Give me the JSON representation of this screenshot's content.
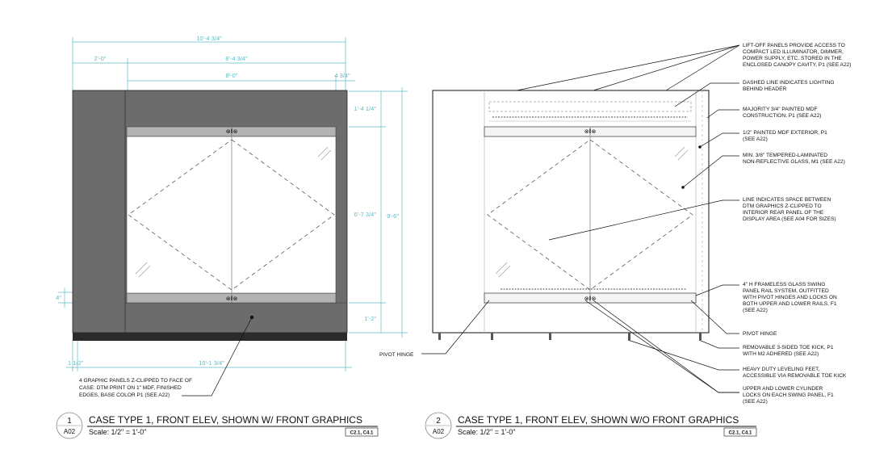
{
  "view1": {
    "dims": {
      "overall_width": "10'-4 3/4\"",
      "left_panel": "2'-0\"",
      "right_width": "8'-4 3/4\"",
      "opening_width": "8'-0\"",
      "right_side": "4 3/4\"",
      "header_height": "1'-4 1/4\"",
      "opening_height": "6'-7 3/4\"",
      "overall_height": "9'-6\"",
      "base_height": "1'-2\"",
      "rail_height": "4\"",
      "bottom_left": "1 1/2\"",
      "bottom_width": "10'-1 3/4\""
    },
    "note": [
      "4 GRAPHIC PANELS Z-CLIPPED TO FACE OF",
      "CASE: DTM PRINT ON 1\" MDF, FINISHED",
      "EDGES, BASE COLOR P1 (SEE A22)"
    ],
    "bubble_num": "1",
    "bubble_sheet": "A02",
    "title": "CASE TYPE 1, FRONT ELEV, SHOWN W/ FRONT GRAPHICS",
    "scale": "Scale: 1/2\" = 1'-0\"",
    "ref": "C2.1, C4.1"
  },
  "view2": {
    "pivot_left": "PIVOT HINGE",
    "notes": [
      [
        "LIFT-OFF PANELS PROVIDE ACCESS TO",
        "COMPACT LED ILLUMINATOR, DIMMER,",
        "POWER SUPPLY, ETC. STORED IN THE",
        "ENCLOSED CANOPY CAVITY, P1 (SEE A22)"
      ],
      [
        "DASHED LINE INDICATES LIGHTING",
        "BEHIND HEADER"
      ],
      [
        "MAJORITY 3/4\" PAINTED MDF",
        "CONSTRUCTION, P1 (SEE A22)"
      ],
      [
        "1/2\" PAINTED MDF EXTERIOR, P1",
        "(SEE A22)"
      ],
      [
        "MIN. 3/8\" TEMPERED-LAMINATED",
        "NON-REFLECTIVE GLASS, M1 (SEE A22)"
      ],
      [
        "LINE INDICATES SPACE BETWEEN",
        "DTM GRAPHICS Z-CLIPPED TO",
        "INTERIOR REAR PANEL OF THE",
        "DISPLAY AREA (SEE A04 FOR SIZES)"
      ],
      [
        "4\" H FRAMELESS GLASS SWING",
        "PANEL RAIL SYSTEM, OUTFITTED",
        "WITH PIVOT HINGES AND LOCKS ON",
        "BOTH UPPER AND LOWER RAILS, F1",
        "(SEE A22)"
      ],
      [
        "PIVOT HINGE"
      ],
      [
        "REMOVABLE 3-SIDED TOE KICK, P1",
        "WITH M2 ADHERED (SEE A22)"
      ],
      [
        "HEAVY DUTY LEVELING FEET,",
        "ACCESSIBLE VIA REMOVABLE TOE KICK"
      ],
      [
        "UPPER AND LOWER CYLINDER",
        "LOCKS ON EACH SWING PANEL, F1",
        "(SEE A22)"
      ]
    ],
    "bubble_num": "2",
    "bubble_sheet": "A02",
    "title": "CASE TYPE 1, FRONT ELEV, SHOWN W/O FRONT GRAPHICS",
    "scale": "Scale: 1/2\" = 1'-0\"",
    "ref": "C2.1, C4.1"
  }
}
